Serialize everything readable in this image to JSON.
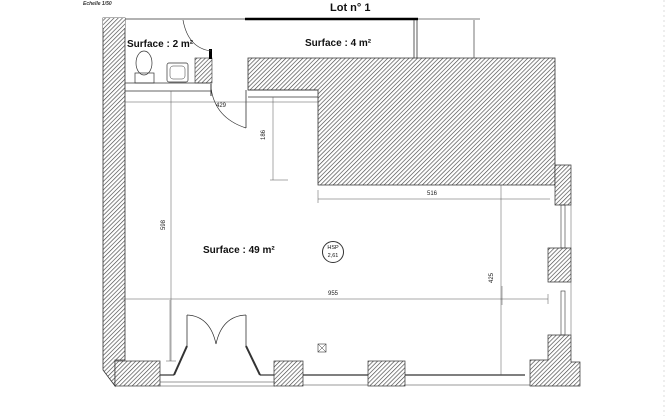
{
  "header": {
    "scale": "Echelle 1/50",
    "title": "Lot n° 1"
  },
  "rooms": [
    {
      "name": "wc-room",
      "surface": "Surface : 2 m²"
    },
    {
      "name": "storage-room",
      "surface": "Surface : 4 m²"
    },
    {
      "name": "main-room",
      "surface": "Surface : 49 m²"
    }
  ],
  "ceiling_height": {
    "label": "HSP",
    "value": "2,61"
  },
  "dimensions": {
    "d429": "429",
    "d186": "186",
    "d516": "516",
    "d598": "598",
    "d955": "955",
    "d425": "425"
  },
  "colors": {
    "wall_hatch": "#555555",
    "line": "#222222",
    "background": "#ffffff"
  }
}
